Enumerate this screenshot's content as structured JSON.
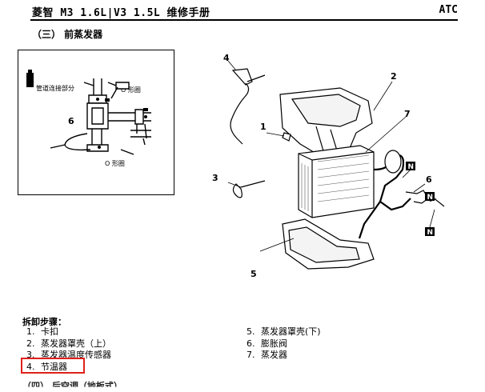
{
  "header": {
    "title": "菱智 M3 1.6L|V3 1.5L 维修手册",
    "right": "ATC"
  },
  "section": {
    "title": "（三） 前蒸发器"
  },
  "inset": {
    "label_pipe": "管道连接部分",
    "label_oring_top": "O 形圈",
    "label_oring_bottom": "O 形圈",
    "callout": "6"
  },
  "diagram": {
    "callouts": [
      "1",
      "2",
      "3",
      "4",
      "5",
      "6",
      "7"
    ],
    "marker_N": "N"
  },
  "steps": {
    "title": "拆卸步骤：",
    "left": [
      {
        "num": "1.",
        "text": "卡扣"
      },
      {
        "num": "2.",
        "text": "蒸发器罩壳（上）"
      },
      {
        "num": "3.",
        "text": "蒸发器温度传感器"
      },
      {
        "num": "4.",
        "text": "节温器"
      }
    ],
    "right": [
      {
        "num": "5.",
        "text": "蒸发器罩壳(下)"
      },
      {
        "num": "6.",
        "text": "膨胀阀"
      },
      {
        "num": "7.",
        "text": "蒸发器"
      }
    ]
  },
  "next_section": "（四） 后空调（地板式）",
  "colors": {
    "highlight": "#e0201a"
  }
}
